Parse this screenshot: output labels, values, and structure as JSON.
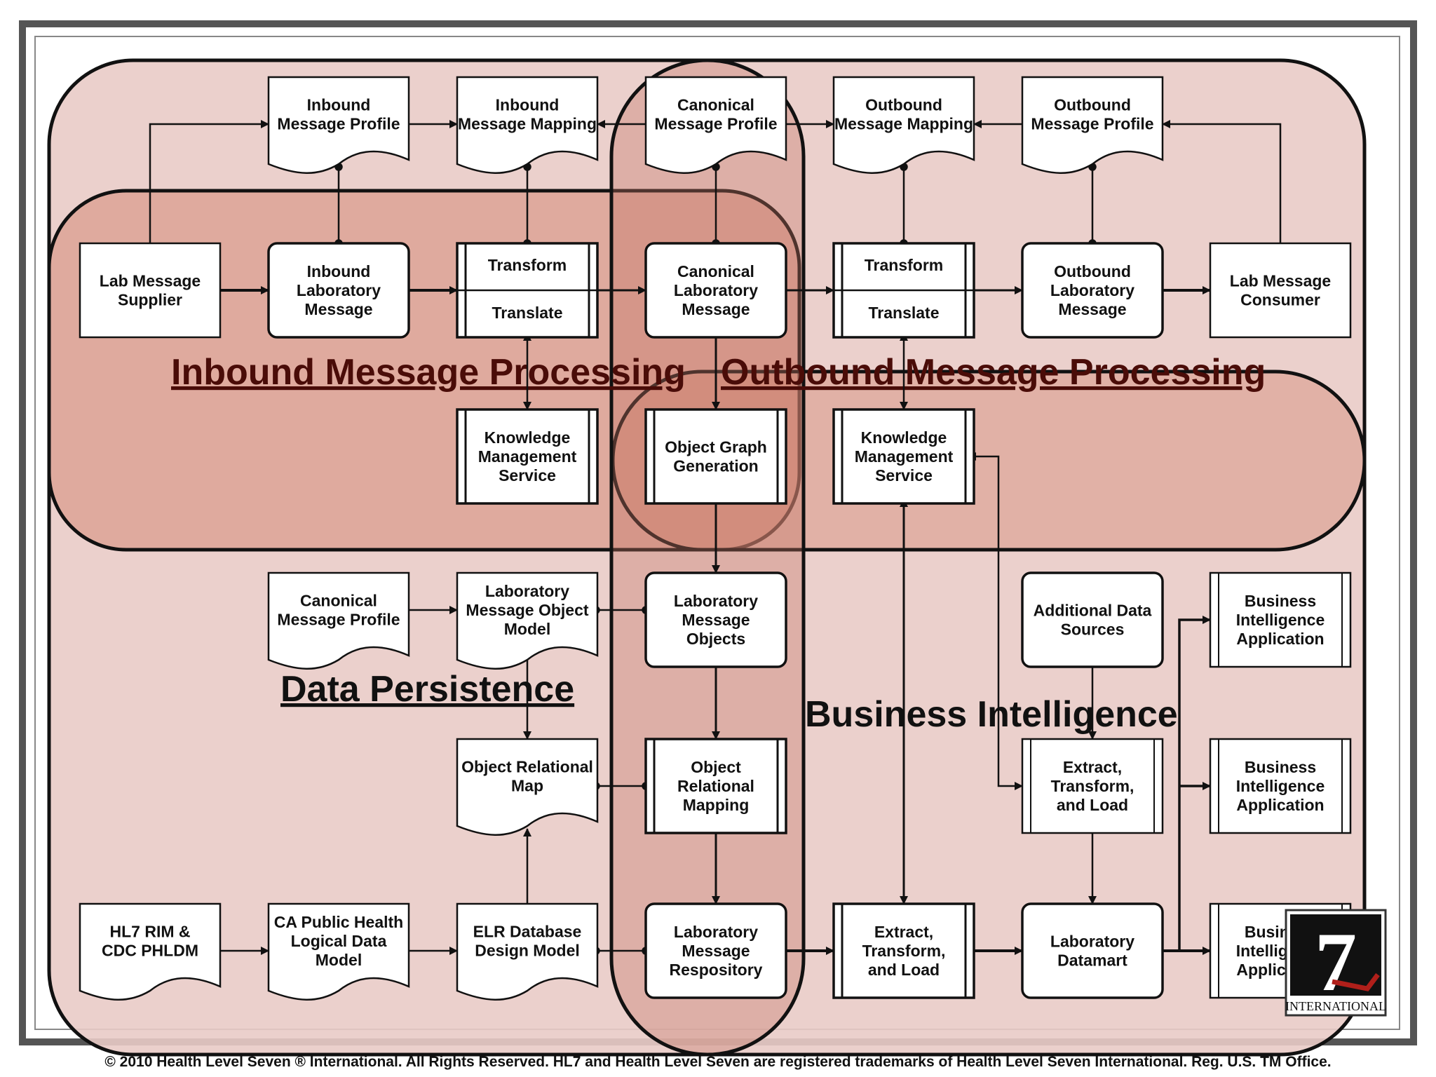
{
  "colors": {
    "background": "#ffffff",
    "outer_frame": "#555555",
    "region_fill": "#f0cfc6",
    "region_overlap_fill": "#c9705a",
    "stroke": "#111111",
    "box_fill": "#ffffff",
    "title_inbound": "#4a0c08",
    "title_outbound": "#4a0c08",
    "logo_red": "#b01f1a"
  },
  "regions": {
    "inbound": "Inbound Message Processing",
    "outbound": "Outbound Message Processing",
    "persistence": "Data Persistence",
    "bi": "Business Intelligence"
  },
  "nodes": {
    "inbound_profile": [
      "Inbound",
      "Message Profile"
    ],
    "inbound_mapping": [
      "Inbound",
      "Message Mapping"
    ],
    "canonical_profile_top": [
      "Canonical",
      "Message Profile"
    ],
    "outbound_mapping": [
      "Outbound",
      "Message Mapping"
    ],
    "outbound_profile": [
      "Outbound",
      "Message Profile"
    ],
    "lab_supplier": [
      "Lab Message",
      "Supplier"
    ],
    "inbound_lab_msg": [
      "Inbound",
      "Laboratory",
      "Message"
    ],
    "transform_in": [
      "Transform"
    ],
    "translate_in": [
      "Translate"
    ],
    "canonical_lab_msg": [
      "Canonical",
      "Laboratory",
      "Message"
    ],
    "transform_out": [
      "Transform"
    ],
    "translate_out": [
      "Translate"
    ],
    "outbound_lab_msg": [
      "Outbound",
      "Laboratory",
      "Message"
    ],
    "lab_consumer": [
      "Lab Message",
      "Consumer"
    ],
    "kms_in": [
      "Knowledge",
      "Management",
      "Service"
    ],
    "object_graph": [
      "Object Graph",
      "Generation"
    ],
    "kms_out": [
      "Knowledge",
      "Management",
      "Service"
    ],
    "canonical_profile_mid": [
      "Canonical",
      "Message Profile"
    ],
    "lab_object_model": [
      "Laboratory",
      "Message Object",
      "Model"
    ],
    "lab_msg_objects": [
      "Laboratory",
      "Message",
      "Objects"
    ],
    "additional_sources": [
      "Additional Data",
      "Sources"
    ],
    "bi_app_1": [
      "Business",
      "Intelligence",
      "Application"
    ],
    "orm_doc": [
      "Object Relational",
      "Map"
    ],
    "orm_proc": [
      "Object",
      "Relational",
      "Mapping"
    ],
    "etl_bi": [
      "Extract,",
      "Transform,",
      "and Load"
    ],
    "bi_app_2": [
      "Business",
      "Intelligence",
      "Application"
    ],
    "hl7_rim": [
      "HL7 RIM &",
      "CDC PHLDM"
    ],
    "ca_ph_model": [
      "CA Public Health",
      "Logical Data",
      "Model"
    ],
    "elr_design": [
      "ELR Database",
      "Design Model"
    ],
    "lab_repository": [
      "Laboratory",
      "Message",
      "Respository"
    ],
    "etl_bottom": [
      "Extract,",
      "Transform,",
      "and Load"
    ],
    "lab_datamart": [
      "Laboratory",
      "Datamart"
    ],
    "bi_app_3": [
      "Business",
      "Intelligence",
      "Application"
    ]
  },
  "logo": {
    "text": "INTERNATIONAL",
    "mark": "7"
  },
  "footer": "© 2010 Health Level Seven ® International. All Rights Reserved. HL7 and Health Level Seven are registered trademarks of Health Level Seven International. Reg. U.S. TM Office."
}
